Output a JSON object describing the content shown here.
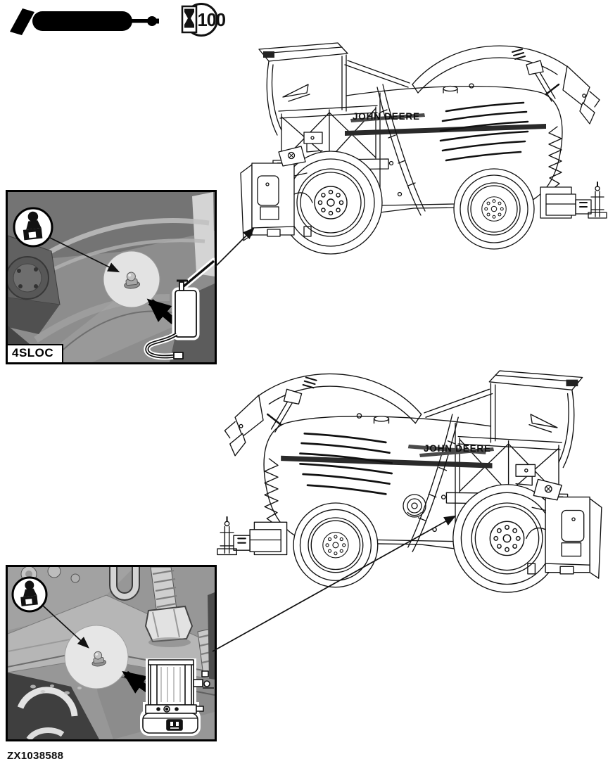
{
  "page": {
    "figure_code": "ZX1038588",
    "background": "#ffffff",
    "line_color": "#111111"
  },
  "legend": {
    "grease_gun_icon": "grease-gun",
    "service_interval": {
      "value": "100",
      "icon": "hourglass-circle"
    }
  },
  "machines": {
    "top": {
      "brand": "JOHN DEERE"
    },
    "bottom": {
      "brand": "JOHN DEERE"
    }
  },
  "insets": {
    "top": {
      "label": "4SLOC",
      "icon": "grease-fitting",
      "tool_icon": "hand-grease-gun"
    },
    "bottom": {
      "icon": "grease-fitting",
      "tool_icon": "electric-grease-pump"
    }
  }
}
